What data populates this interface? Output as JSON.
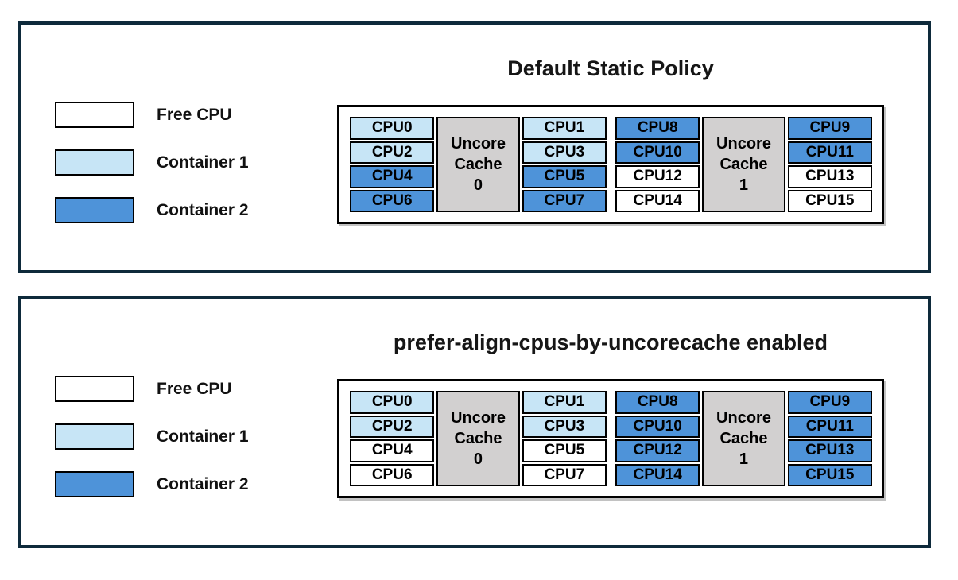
{
  "colors": {
    "free_cpu": "#ffffff",
    "container1": "#c7e5f6",
    "container2": "#4e93d9",
    "uncore_cache_fill": "#d2d0d0",
    "panel_border": "#0e2a3b",
    "cell_border": "#000000"
  },
  "legend": {
    "items": [
      {
        "label": "Free CPU",
        "state": "free"
      },
      {
        "label": "Container 1",
        "state": "container1"
      },
      {
        "label": "Container 2",
        "state": "container2"
      }
    ]
  },
  "panels": [
    {
      "title": "Default Static Policy",
      "groups": [
        {
          "cache": [
            "Uncore",
            "Cache",
            "0"
          ],
          "left": [
            {
              "label": "CPU0",
              "state": "container1"
            },
            {
              "label": "CPU2",
              "state": "container1"
            },
            {
              "label": "CPU4",
              "state": "container2"
            },
            {
              "label": "CPU6",
              "state": "container2"
            }
          ],
          "right": [
            {
              "label": "CPU1",
              "state": "container1"
            },
            {
              "label": "CPU3",
              "state": "container1"
            },
            {
              "label": "CPU5",
              "state": "container2"
            },
            {
              "label": "CPU7",
              "state": "container2"
            }
          ]
        },
        {
          "cache": [
            "Uncore",
            "Cache",
            "1"
          ],
          "left": [
            {
              "label": "CPU8",
              "state": "container2"
            },
            {
              "label": "CPU10",
              "state": "container2"
            },
            {
              "label": "CPU12",
              "state": "free"
            },
            {
              "label": "CPU14",
              "state": "free"
            }
          ],
          "right": [
            {
              "label": "CPU9",
              "state": "container2"
            },
            {
              "label": "CPU11",
              "state": "container2"
            },
            {
              "label": "CPU13",
              "state": "free"
            },
            {
              "label": "CPU15",
              "state": "free"
            }
          ]
        }
      ]
    },
    {
      "title": "prefer-align-cpus-by-uncorecache enabled",
      "groups": [
        {
          "cache": [
            "Uncore",
            "Cache",
            "0"
          ],
          "left": [
            {
              "label": "CPU0",
              "state": "container1"
            },
            {
              "label": "CPU2",
              "state": "container1"
            },
            {
              "label": "CPU4",
              "state": "free"
            },
            {
              "label": "CPU6",
              "state": "free"
            }
          ],
          "right": [
            {
              "label": "CPU1",
              "state": "container1"
            },
            {
              "label": "CPU3",
              "state": "container1"
            },
            {
              "label": "CPU5",
              "state": "free"
            },
            {
              "label": "CPU7",
              "state": "free"
            }
          ]
        },
        {
          "cache": [
            "Uncore",
            "Cache",
            "1"
          ],
          "left": [
            {
              "label": "CPU8",
              "state": "container2"
            },
            {
              "label": "CPU10",
              "state": "container2"
            },
            {
              "label": "CPU12",
              "state": "container2"
            },
            {
              "label": "CPU14",
              "state": "container2"
            }
          ],
          "right": [
            {
              "label": "CPU9",
              "state": "container2"
            },
            {
              "label": "CPU11",
              "state": "container2"
            },
            {
              "label": "CPU13",
              "state": "container2"
            },
            {
              "label": "CPU15",
              "state": "container2"
            }
          ]
        }
      ]
    }
  ]
}
